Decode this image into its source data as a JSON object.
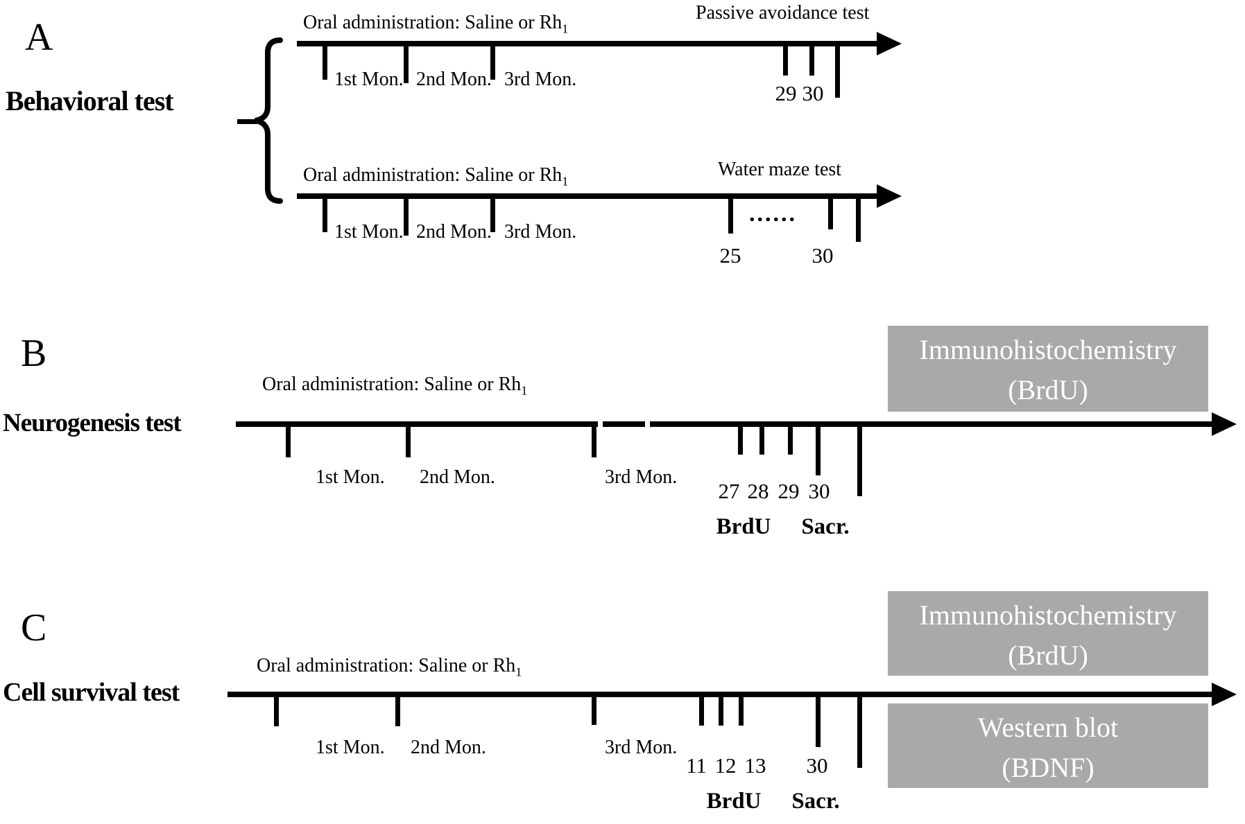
{
  "colors": {
    "ink": "#000000",
    "box_bg": "#a9a9a9",
    "box_text": "#ffffff"
  },
  "panels": {
    "a": {
      "letter": "A",
      "label": "Behavioral test",
      "timelines": [
        {
          "oral_main": "Oral administration: Saline or Rh",
          "oral_sub": "1",
          "test_label": "Passive avoidance test",
          "months": [
            "1st Mon.",
            "2nd Mon.",
            "3rd Mon."
          ],
          "days": [
            "29",
            "30"
          ]
        },
        {
          "oral_main": "Oral administration: Saline or Rh",
          "oral_sub": "1",
          "test_label": "Water maze test",
          "months": [
            "1st Mon.",
            "2nd Mon.",
            "3rd Mon."
          ],
          "days": [
            "25",
            "30"
          ],
          "dots": "......"
        }
      ]
    },
    "b": {
      "letter": "B",
      "label": "Neurogenesis test",
      "oral_main": "Oral administration: Saline or Rh",
      "oral_sub": "1",
      "months": [
        "1st Mon.",
        "2nd Mon.",
        "3rd Mon."
      ],
      "days": [
        "27",
        "28",
        "29",
        "30"
      ],
      "brdu_label": "BrdU",
      "sacr_label": "Sacr.",
      "box": {
        "line1": "Immunohistochemistry",
        "line2": "(BrdU)"
      }
    },
    "c": {
      "letter": "C",
      "label": "Cell survival test",
      "oral_main": "Oral administration: Saline or Rh",
      "oral_sub": "1",
      "months": [
        "1st Mon.",
        "2nd Mon.",
        "3rd Mon."
      ],
      "days": [
        "11",
        "12",
        "13"
      ],
      "day30": "30",
      "brdu_label": "BrdU",
      "sacr_label": "Sacr.",
      "boxes": [
        {
          "line1": "Immunohistochemistry",
          "line2": "(BrdU)"
        },
        {
          "line1": "Western blot",
          "line2": "(BDNF)"
        }
      ]
    }
  }
}
